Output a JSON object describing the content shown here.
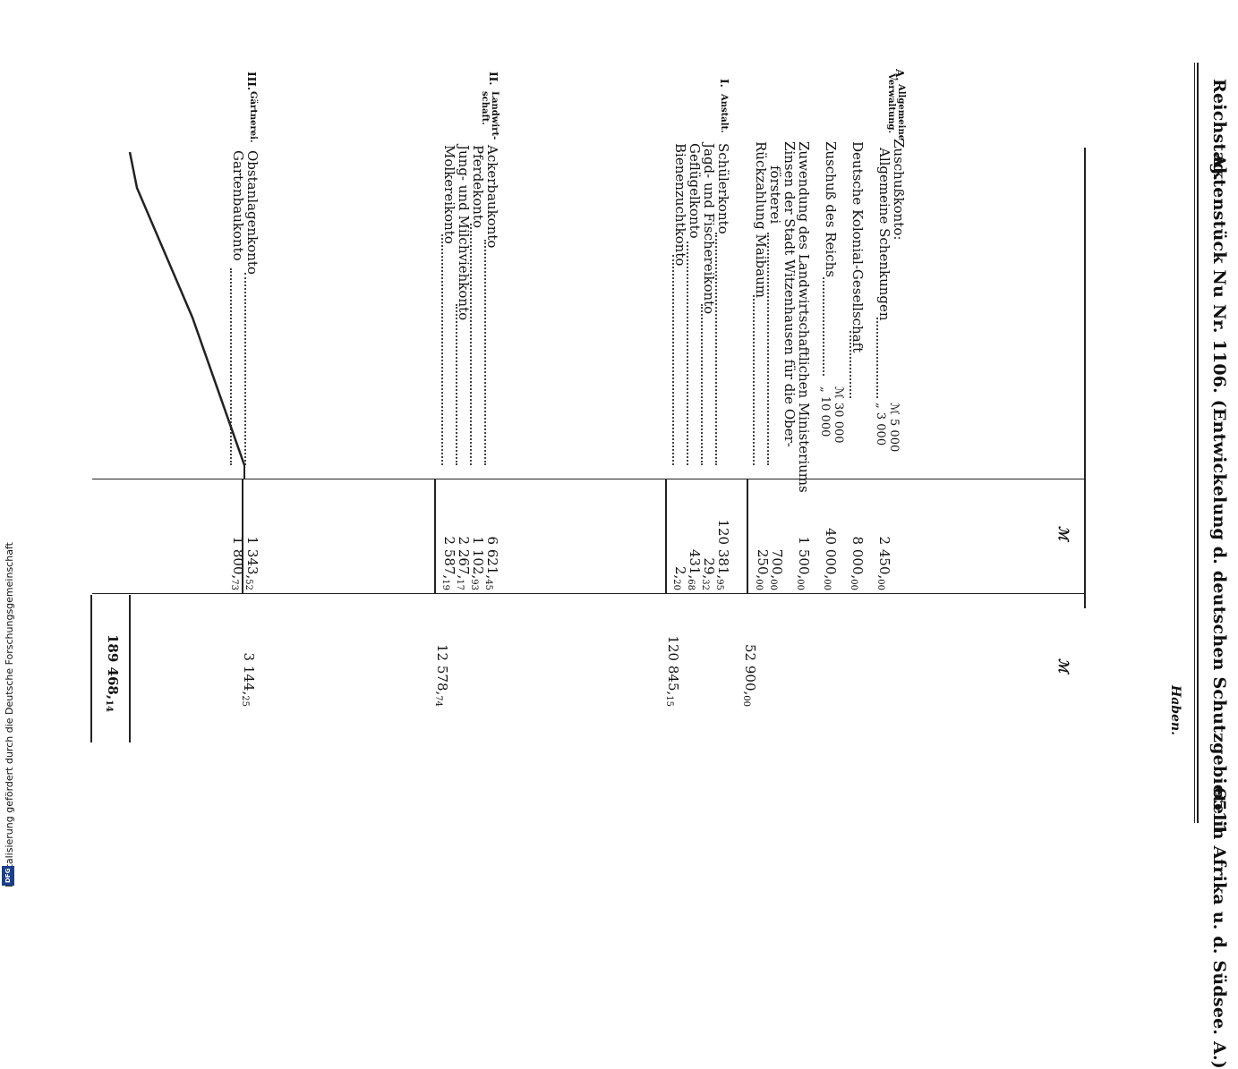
{
  "header": {
    "left": "Reichstag.",
    "center": "Aktenstück Nu Nr. 1106. (Entwickelung d. deutschen Schutzgebiete in Afrika u. d. Südsee. A.)",
    "page_number": "6511"
  },
  "column_title": "Haben.",
  "currency_1": "ℳ",
  "currency_2": "ℳ",
  "sections": {
    "A": {
      "letter": "A.",
      "title_1": "Allgemeine",
      "title_2": "Verwaltung."
    },
    "I": {
      "numeral": "I.",
      "title": "Anstalt."
    },
    "II": {
      "numeral": "II.",
      "title_1": "Landwirt-",
      "title_2": "schaft."
    },
    "III": {
      "numeral": "III.",
      "title": "Gärtnerei."
    }
  },
  "rows": {
    "zuschusskonto": "Zuschußkonto:",
    "allg_schenkungen": "Allgemeine Schenkungen",
    "allg_brace_1": "ℳ 5 000",
    "allg_brace_2": "„ 3 000",
    "allg_value": "2 450,00",
    "kolonial": "Deutsche Kolonial-Gesellschaft",
    "kolonial_value": "8 000,00",
    "reich": "Zuschuß des Reichs",
    "reich_brace_1": "ℳ 30 000",
    "reich_brace_2": "„ 10 000",
    "reich_value": "40 000,00",
    "zuwendung_1": "Zuwendung des Landwirtschaftlichen Ministeriums",
    "zuwendung_value": "1 500,00",
    "zinsen_1": "Zinsen der Stadt Witzenhausen für die Ober-",
    "zinsen_2": "försterei",
    "zinsen_value": "700,00",
    "rueckzahlung": "Rückzahlung Maibaum",
    "rueckzahlung_value": "250,00",
    "a_total": "52 900,00",
    "schueler": "Schülerkonto",
    "schueler_value": "120 381,95",
    "jagd": "Jagd- und Fischereikonto",
    "jagd_value": "29,32",
    "gefluegel": "Geflügelkonto",
    "gefluegel_value": "431,68",
    "bienen": "Bienenzuchtkonto",
    "bienen_value": "2,20",
    "i_total": "120 845,15",
    "ackerbau": "Ackerbaukonto",
    "ackerbau_value": "6 621,45",
    "pferde": "Pferdekonto",
    "pferde_value": "1 102,93",
    "jungvieh": "Jung- und Milchviehkonto",
    "jungvieh_value": "2 267,17",
    "molkerei": "Molkereikonto",
    "molkerei_value": "2 587,19",
    "ii_total": "12 578,74",
    "obst": "Obstanlagenkonto",
    "obst_value": "1 343,52",
    "gartenbau": "Gartenbaukonto",
    "gartenbau_value": "1 800,73",
    "iii_total": "3 144,25"
  },
  "grand_total": "189 468,14",
  "footer": {
    "logo": "DFG",
    "text": "Digitalisierung gefördert durch die Deutsche Forschungsgemeinschaft"
  }
}
